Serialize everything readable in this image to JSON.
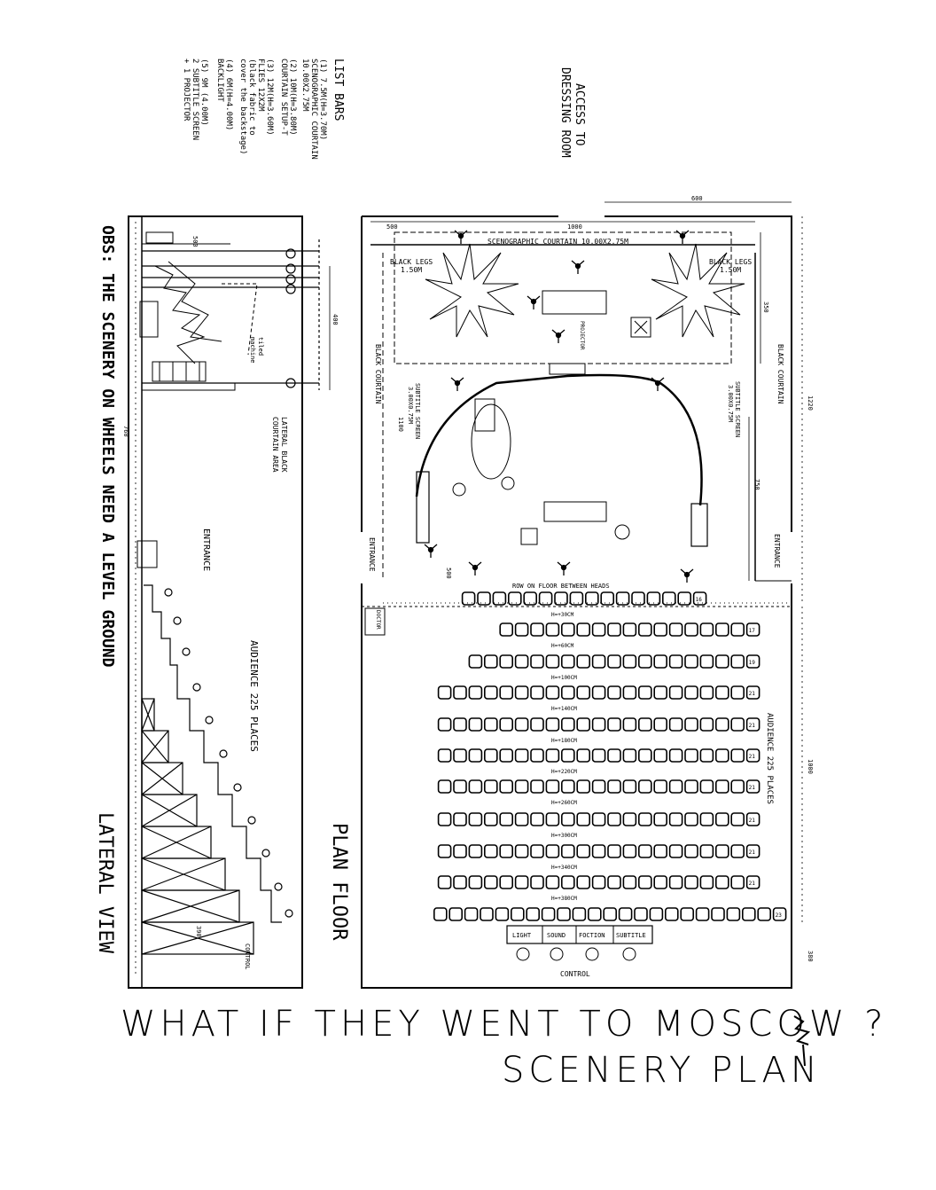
{
  "title": "WHAT IF THEY WENT TO MOSCOW ?",
  "subtitle": "SCENERY PLAN",
  "notes": {
    "header": "LIST BARS",
    "lines": [
      "(1) 7.5M(H=3.70M)",
      "SCENOGRAPHIC COURTAIN",
      "10.00X2.75M",
      "(2) 10M(H=3.80M)",
      "COURTAIN SETUP-T",
      "(3) 12M(H=3.60M)",
      "FLIES 12X2M",
      "(black fabric to",
      "cover the backstage)",
      "(4) 6M(H=4.00M)",
      "BACKLIGHT",
      "(5) 9M (4.00M)",
      "2 SUBTITLE SCREEN",
      "+ 1 PROJECTOR"
    ]
  },
  "access_label": [
    "ACCESS TO",
    "DRESSING ROOM"
  ],
  "lateral": {
    "heading": "LATERAL VIEW",
    "obs": "OBS: THE SCENERY ON WHEELS NEED A LEVEL GROUND",
    "curtain_area": [
      "LATERAL BLACK",
      "COURTAIN AREA"
    ],
    "entrance": "ENTRANCE",
    "audience": "AUDIENCE 225 PLACES",
    "control": "CONTROL",
    "dims": [
      "500",
      "400",
      "760",
      "390"
    ]
  },
  "plan": {
    "heading": "PLAN FLOOR",
    "scenographic": "SCENOGRAPHIC COURTAIN 10.00X2.75M",
    "black_legs_left": [
      "BLACK LEGS",
      "1.50M"
    ],
    "black_legs_right": [
      "BLACK LEGS",
      "1.50M"
    ],
    "black_courtain_left": "BLACK COURTAIN",
    "black_courtain_right": "BLACK COURTAIN",
    "subtitle_screen_left": [
      "SUBTITLE SCREEN",
      "3.00X0.75M"
    ],
    "subtitle_screen_right": [
      "SUBTITLE SCREEN",
      "3.00X0.75M"
    ],
    "projector": "PROJECTOR",
    "entrance_left": "ENTRANCE",
    "entrance_right": "ENTRANCE",
    "first_row": "ROW ON FLOOR BETWEEN HEADS",
    "doctor": "DOCTOR",
    "audience": "AUDIENCE 225 PLACES",
    "row_heights": [
      "H=+30CM",
      "H=+60CM",
      "H=+100CM",
      "H=+140CM",
      "H=+180CM",
      "H=+220CM",
      "H=+260CM",
      "H=+300CM",
      "H=+340CM",
      "H=+380CM"
    ],
    "row_seat_counts": [
      16,
      17,
      19,
      21,
      21,
      21,
      21,
      21,
      21,
      21,
      23
    ],
    "row_end_numbers": [
      "16",
      "17",
      "19",
      "21",
      "21",
      "21",
      "21",
      "21",
      "21",
      "21",
      "23"
    ],
    "control_booths": [
      "LIGHT",
      "SOUND",
      "FOCTION",
      "SUBTITLE"
    ],
    "control": "CONTROL",
    "dims": [
      "500",
      "1000",
      "600",
      "1220",
      "1000",
      "350",
      "750",
      "380",
      "500",
      "1100"
    ]
  }
}
